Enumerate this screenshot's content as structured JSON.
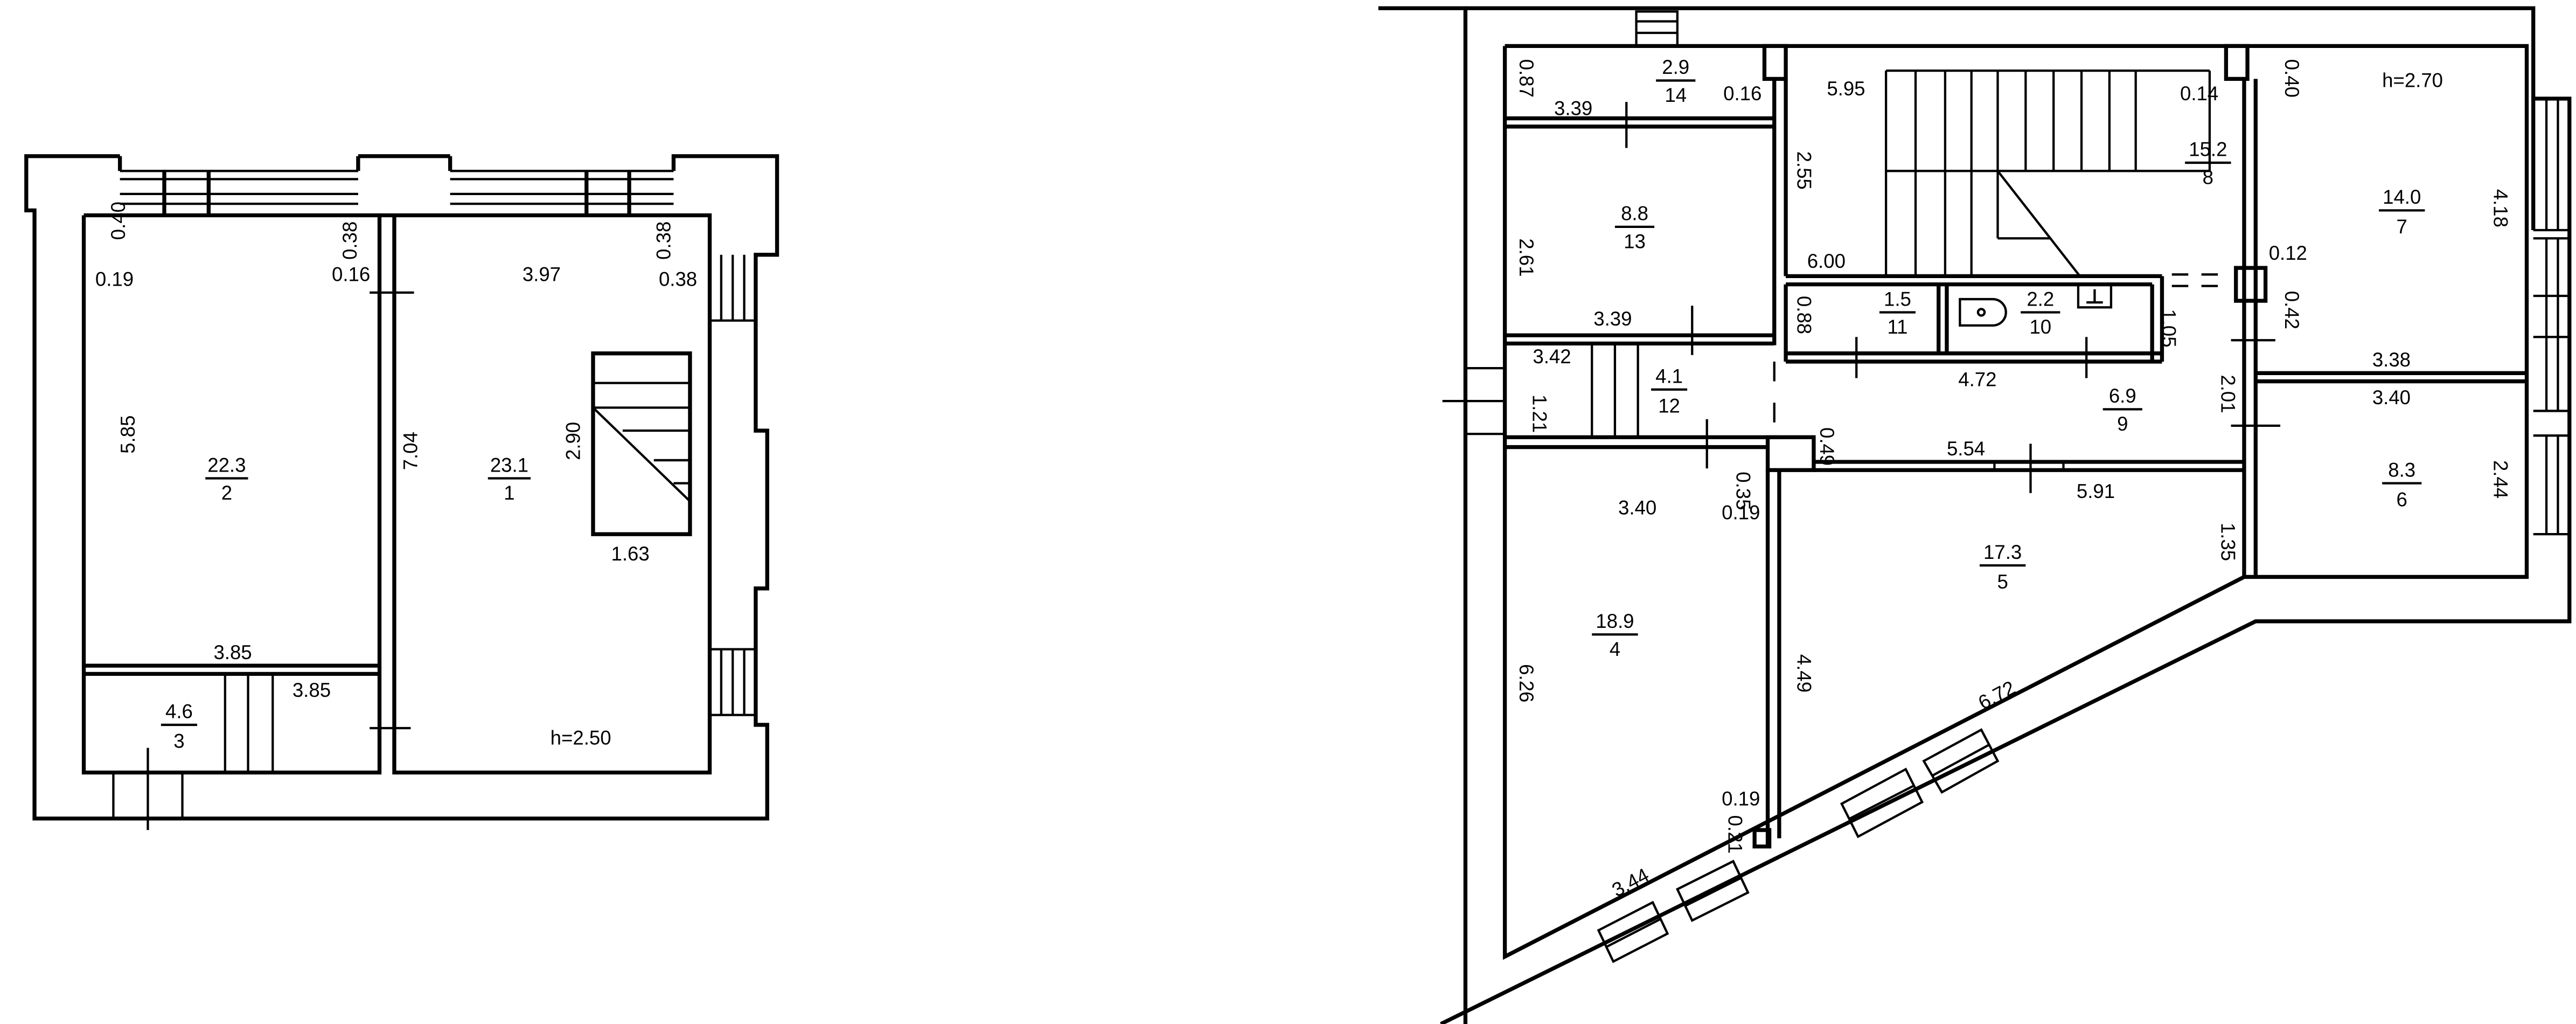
{
  "floor_plans": [
    {
      "rooms": [
        {
          "id": "room-1",
          "area": "23.1",
          "number": "1"
        },
        {
          "id": "room-2",
          "area": "22.3",
          "number": "2"
        },
        {
          "id": "room-3",
          "area": "4.6",
          "number": "3"
        }
      ],
      "dimensions": {
        "d040": "0.40",
        "d019": "0.19",
        "d038a": "0.38",
        "d016": "0.16",
        "d397": "3.97",
        "d038b": "0.38",
        "d038c": "0.38",
        "d585": "5.85",
        "d704": "7.04",
        "d290": "2.90",
        "d163": "1.63",
        "d385a": "3.85",
        "d385b": "3.85"
      },
      "ceiling_height": "h=2.50"
    },
    {
      "rooms": [
        {
          "id": "room-4",
          "area": "18.9",
          "number": "4"
        },
        {
          "id": "room-5",
          "area": "17.3",
          "number": "5"
        },
        {
          "id": "room-6",
          "area": "8.3",
          "number": "6"
        },
        {
          "id": "room-7",
          "area": "14.0",
          "number": "7"
        },
        {
          "id": "room-8",
          "area": "15.2",
          "number": "8"
        },
        {
          "id": "room-9",
          "area": "6.9",
          "number": "9"
        },
        {
          "id": "room-10",
          "area": "2.2",
          "number": "10"
        },
        {
          "id": "room-11",
          "area": "1.5",
          "number": "11"
        },
        {
          "id": "room-12",
          "area": "4.1",
          "number": "12"
        },
        {
          "id": "room-13",
          "area": "8.8",
          "number": "13"
        },
        {
          "id": "room-14",
          "area": "2.9",
          "number": "14"
        }
      ],
      "dimensions": {
        "d087": "0.87",
        "d339a": "3.39",
        "d016": "0.16",
        "d595": "5.95",
        "d014": "0.14",
        "d040": "0.40",
        "d255": "2.55",
        "d261": "2.61",
        "d600": "6.00",
        "d012": "0.12",
        "d042": "0.42",
        "d418": "4.18",
        "d339b": "3.39",
        "d088": "0.88",
        "d105": "1.05",
        "d342": "3.42",
        "d472": "4.72",
        "d338": "3.38",
        "d340a": "3.40",
        "d201": "2.01",
        "d121": "1.21",
        "d049": "0.49",
        "d554": "5.54",
        "d035": "0.35",
        "d019a": "0.19",
        "d340b": "3.40",
        "d591": "5.91",
        "d244": "2.44",
        "d135": "1.35",
        "d626": "6.26",
        "d449": "4.49",
        "d672": "6.72",
        "d019b": "0.19",
        "d021": "0.21",
        "d344": "3.44"
      },
      "ceiling_height": "h=2.70"
    }
  ]
}
